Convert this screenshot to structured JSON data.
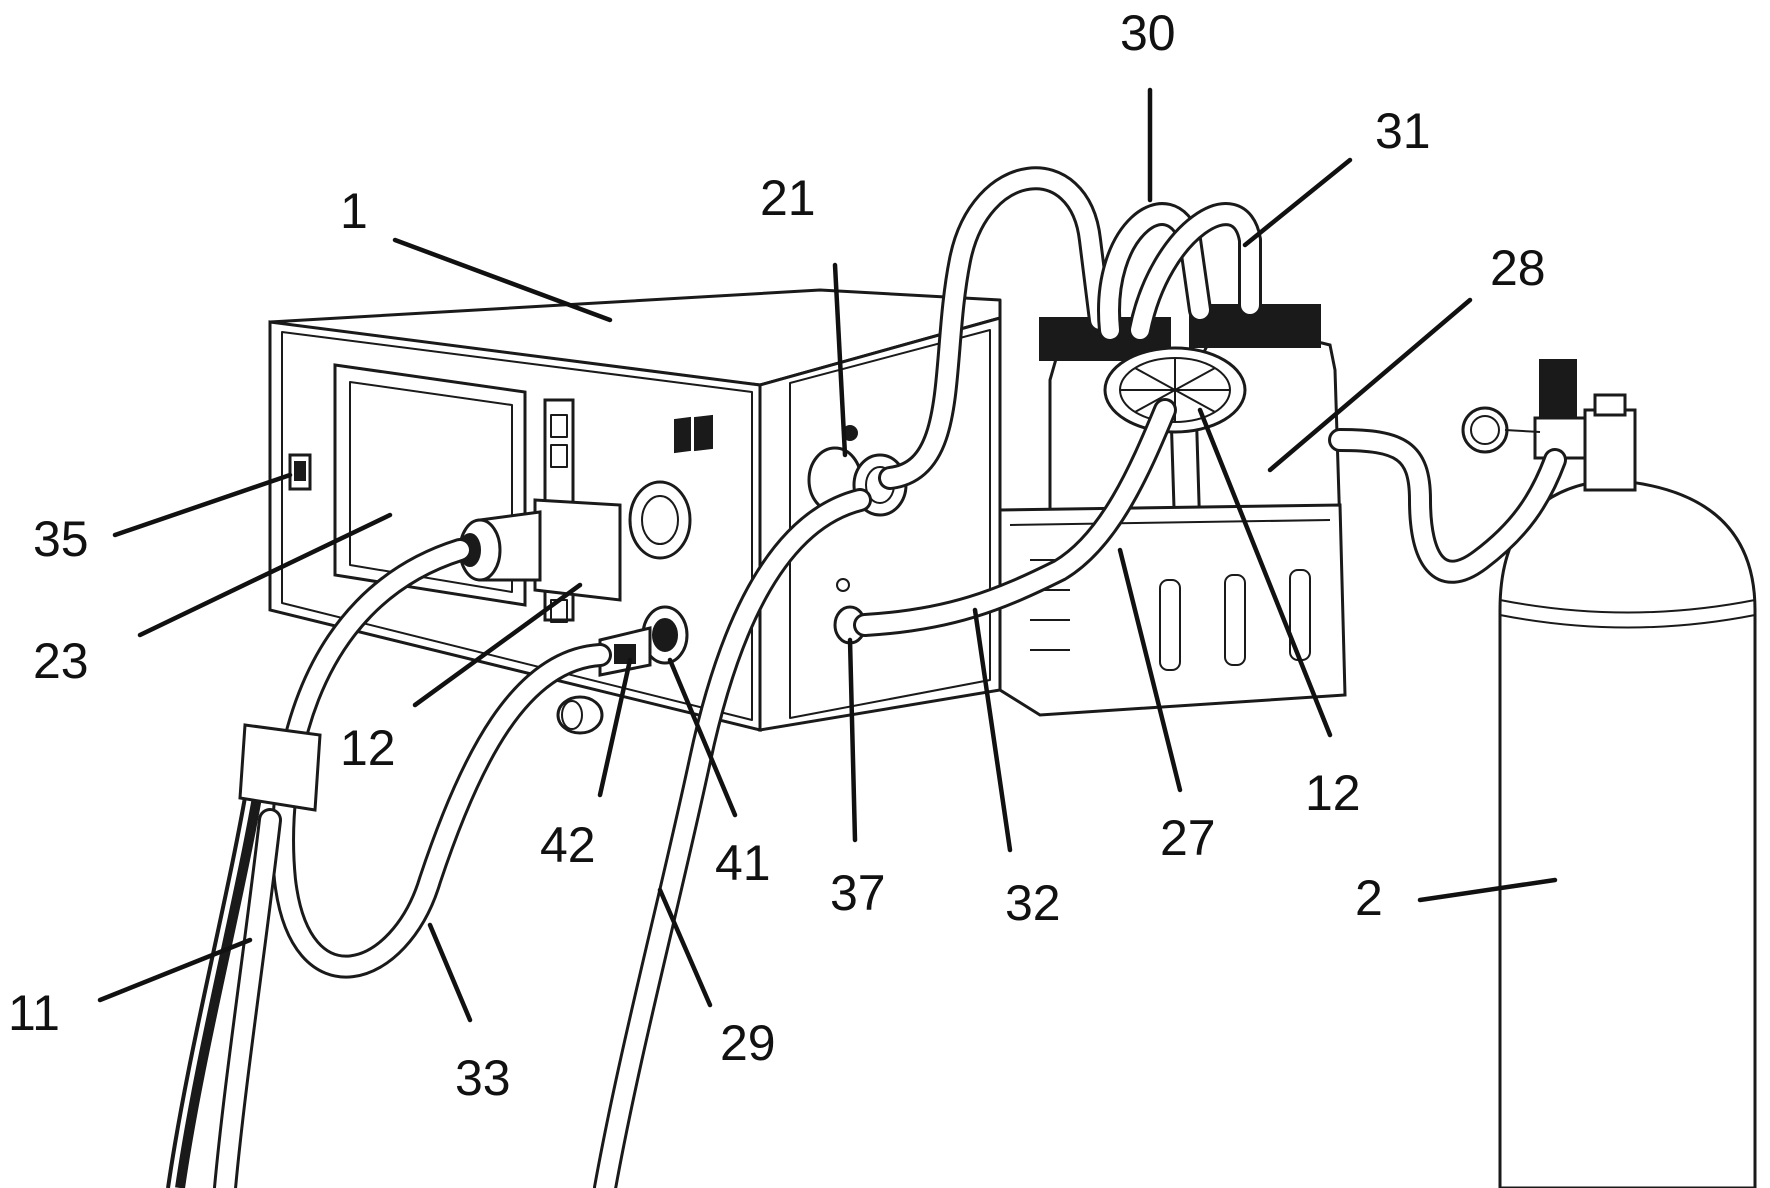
{
  "figure": {
    "labels": {
      "l1": "1",
      "l2": "2",
      "l11": "11",
      "l12a": "12",
      "l12b": "12",
      "l21": "21",
      "l23": "23",
      "l27": "27",
      "l28": "28",
      "l29": "29",
      "l30": "30",
      "l31": "31",
      "l32": "32",
      "l33": "33",
      "l35": "35",
      "l37": "37",
      "l41": "41",
      "l42": "42"
    }
  }
}
